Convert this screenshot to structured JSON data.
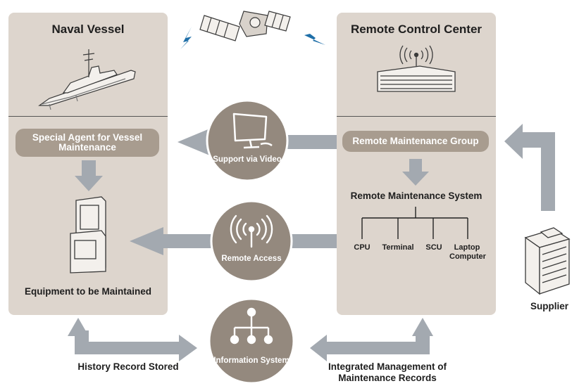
{
  "left_panel": {
    "title": "Naval Vessel",
    "agent_label": "Special Agent for Vessel Maintenance",
    "equipment_label": "Equipment to be Maintained"
  },
  "right_panel": {
    "title": "Remote Control Center",
    "group_label": "Remote Maintenance Group",
    "system_label": "Remote Maintenance System",
    "components": [
      "CPU",
      "Terminal",
      "SCU",
      "Laptop Computer"
    ]
  },
  "hubs": {
    "video": "Support via Video",
    "access": "Remote Access",
    "info": "Information System"
  },
  "supplier": "Supplier",
  "bottom_labels": {
    "history": "History Record Stored",
    "integrated": "Integrated Management of Maintenance Records"
  },
  "colors": {
    "panel": "#ddd5cd",
    "pill": "#a89c8f",
    "hub": "#94897e",
    "arrow": "#a3a9b0",
    "lightning": "#1f6fa8"
  },
  "icons": [
    "satellite-icon",
    "lightning-icon",
    "ship-icon",
    "broadcast-building-icon",
    "monitor-icon",
    "wireless-icon",
    "network-tree-icon",
    "machine-icon",
    "building-icon"
  ]
}
